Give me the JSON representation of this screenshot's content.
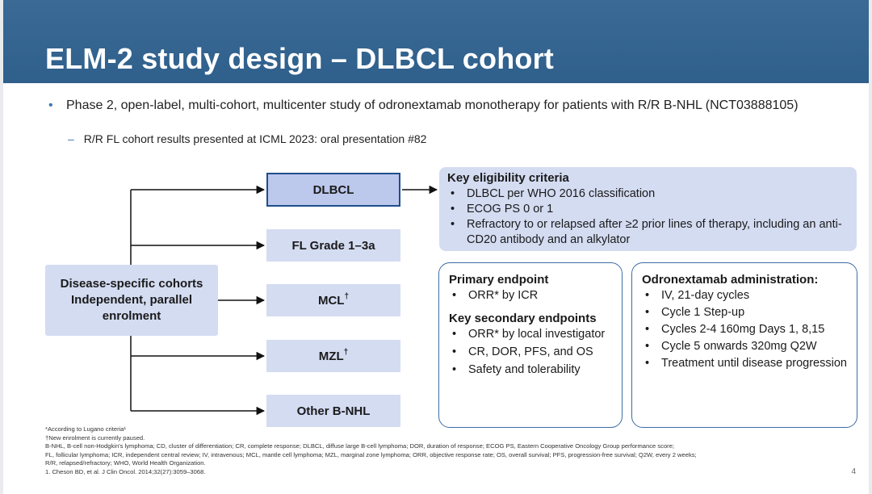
{
  "title": "ELM-2 study design – DLBCL cohort",
  "bullet_main": "Phase 2, open-label, multi-cohort, multicenter study of odronextamab monotherapy for patients with R/R B-NHL (NCT03888105)",
  "bullet_sub": "R/R FL cohort results presented at ICML 2023: oral presentation #82",
  "cohorts": {
    "dlbcl": "DLBCL",
    "fl": "FL Grade 1–3a",
    "mcl": "MCL",
    "mcl_mark": "†",
    "mzl": "MZL",
    "mzl_mark": "†",
    "other": "Other B-NHL"
  },
  "disease_box": {
    "line1": "Disease-specific cohorts",
    "line2": "Independent, parallel",
    "line3": "enrolment"
  },
  "eligibility": {
    "title": "Key eligibility criteria",
    "items": [
      "DLBCL per WHO 2016 classification",
      "ECOG PS 0 or 1",
      "Refractory to or relapsed after ≥2 prior lines of therapy, including an anti-CD20 antibody and an alkylator"
    ]
  },
  "endpoints": {
    "primary_title": "Primary endpoint",
    "primary_items": [
      "ORR* by ICR"
    ],
    "secondary_title": "Key secondary endpoints",
    "secondary_items": [
      "ORR* by local investigator",
      "CR, DOR, PFS, and OS",
      "Safety and tolerability"
    ]
  },
  "administration": {
    "title": "Odronextamab administration:",
    "items": [
      "IV, 21-day cycles",
      "Cycle 1 Step-up",
      "Cycles 2-4 160mg Days 1, 8,15",
      "Cycle 5 onwards 320mg Q2W",
      "Treatment until disease progression"
    ]
  },
  "footnotes": [
    "*According to Lugano criteria¹",
    "†New enrolment is currently paused.",
    "B-NHL, B-cell non-Hodgkin's lymphoma; CD, cluster of differentiation; CR, complete response; DLBCL, diffuse large B-cell lymphoma; DOR, duration of response; ECOG PS, Eastern Cooperative Oncology Group performance score;",
    "FL, follicular lymphoma; ICR, independent central review; IV, intravenous; MCL, mantle cell lymphoma; MZL, marginal zone lymphoma; ORR, objective response rate; OS, overall survival; PFS, progression-free survival; Q2W, every 2 weeks;",
    "R/R, relapsed/refractory; WHO, World Health Organization.",
    "1. Cheson BD, et al. J Clin Oncol. 2014;32(27):3059–3068."
  ],
  "page_number": "4",
  "colors": {
    "title_bar": "#2f5f8b",
    "box_fill": "#d4dcf2",
    "box_border": "#1f4e8c",
    "panel_border": "#3d6da3",
    "bullet_accent": "#3e7ab7"
  }
}
